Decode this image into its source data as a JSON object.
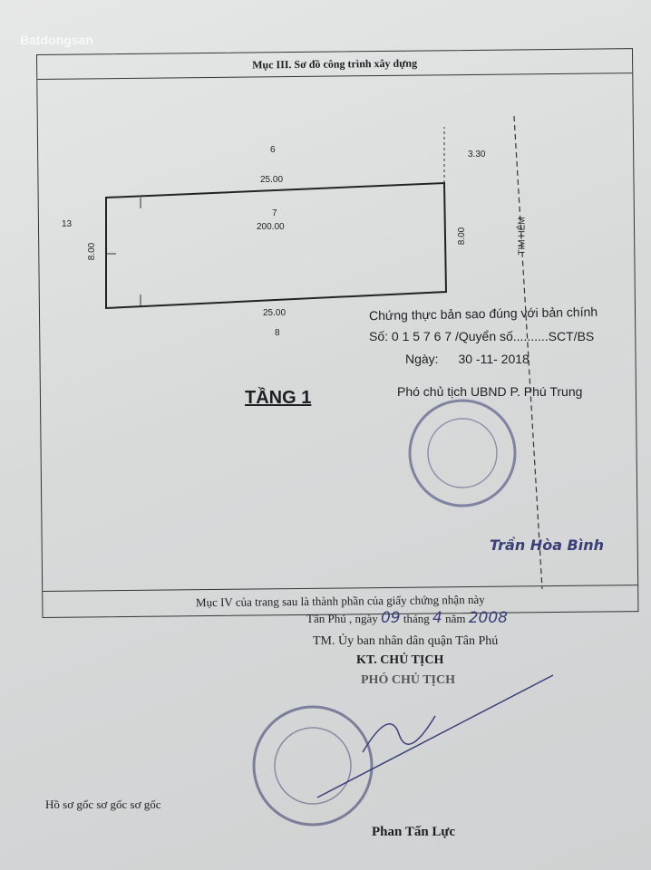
{
  "watermark": "Batdongsan",
  "section3_title": "Mục III. Sơ đồ công trình xây dựng",
  "plan": {
    "lot_above": "6",
    "width_top": "25.00",
    "lot_number": "7",
    "area": "200.00",
    "lot_left": "13",
    "depth_left": "8.00",
    "depth_right": "8.00",
    "width_bottom": "25.00",
    "lot_below": "8",
    "alley_width": "3.30",
    "alley_label": "TIM HẺM",
    "floor_label": "TẦNG 1"
  },
  "certification": {
    "line1": "Chứng thực bản sao đúng với bản chính",
    "number_label": "Số:",
    "number_value": "0 1 5 7 6 7",
    "book_label": "/Quyển số..........SCT/BS",
    "date_label": "Ngày:",
    "date_value": "30 -11- 2018",
    "title": "Phó chủ tịch UBND P. Phú Trung",
    "signer": "Trần Hòa Bình"
  },
  "section4_note": "Mục IV của trang sau là thành phần của giấy chứng nhận này",
  "issue": {
    "place": "Tân Phú",
    "day_label": ", ngày",
    "day": "09",
    "month_label": "tháng",
    "month": "4",
    "year_label": "năm",
    "year": "2008",
    "org": "TM. Ủy ban nhân dân quận Tân Phú",
    "role1": "KT. CHỦ TỊCH",
    "role2": "PHÓ CHỦ TỊCH",
    "signer": "Phan Tấn Lực"
  },
  "bottom_left": "Hồ sơ gốc sơ gốc sơ gốc"
}
